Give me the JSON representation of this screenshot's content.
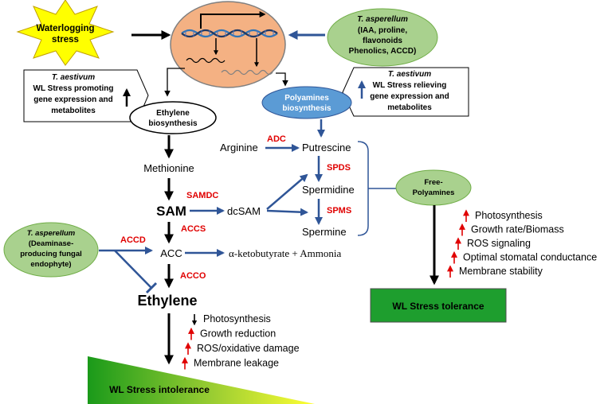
{
  "waterlogging": "Waterlogging stress",
  "waterlogging_lines": [
    "Waterlogging",
    "stress"
  ],
  "asperellum_top": {
    "name": "T. asperellum",
    "lines": [
      "(IAA, proline,",
      "flavonoids",
      "Phenolics, ACCD)"
    ]
  },
  "aestivum_left": {
    "name": "T. aestivum",
    "lines": [
      "WL Stress promoting",
      "gene expression and",
      "metabolites"
    ]
  },
  "aestivum_right": {
    "name": "T. aestivum",
    "lines": [
      "WL Stress relieving",
      "gene expression and",
      "metabolites"
    ]
  },
  "ethylene_biosynthesis": [
    "Ethylene",
    "biosynthesis"
  ],
  "polyamines_biosynthesis": [
    "Polyamines",
    "biosynthesis"
  ],
  "metabolites": {
    "methionine": "Methionine",
    "sam": "SAM",
    "dcsam": "dcSAM",
    "acc": "ACC",
    "ethylene": "Ethylene",
    "arginine": "Arginine",
    "putrescine": "Putrescine",
    "spermidine": "Spermidine",
    "spermine": "Spermine",
    "ketobutyrate": "α-ketobutyrate + Ammonia"
  },
  "enzymes": {
    "samdc": "SAMDC",
    "accs": "ACCS",
    "acco": "ACCO",
    "accd": "ACCD",
    "adc": "ADC",
    "spds": "SPDS",
    "spms": "SPMS"
  },
  "asperellum_left": {
    "name": "T. asperellum",
    "lines": [
      "(Deaminase-",
      "producing fungal",
      "endophyte)"
    ]
  },
  "free_polyamines": [
    "Free-",
    "Polyamines"
  ],
  "tolerance_effects": [
    {
      "dir": "up",
      "text": "Photosynthesis"
    },
    {
      "dir": "up",
      "text": "Growth rate/Biomass"
    },
    {
      "dir": "up",
      "text": "ROS signaling"
    },
    {
      "dir": "up",
      "text": "Optimal stomatal conductance"
    },
    {
      "dir": "up",
      "text": "Membrane stability"
    }
  ],
  "intolerance_effects": [
    {
      "dir": "down",
      "text": "Photosynthesis"
    },
    {
      "dir": "up",
      "text": "Growth reduction"
    },
    {
      "dir": "up",
      "text": "ROS/oxidative damage"
    },
    {
      "dir": "up",
      "text": "Membrane leakage"
    }
  ],
  "wl_tolerance": "WL Stress tolerance",
  "wl_intolerance": "WL Stress intolerance",
  "colors": {
    "blue_arrow": "#2f5597",
    "enzyme_red": "#e00000",
    "green_oval": "#a9d18e",
    "blue_oval": "#5b9bd5",
    "nucleus": "#f4b183",
    "star": "#ffff00",
    "tolerance_box": "#1e9e2e"
  }
}
